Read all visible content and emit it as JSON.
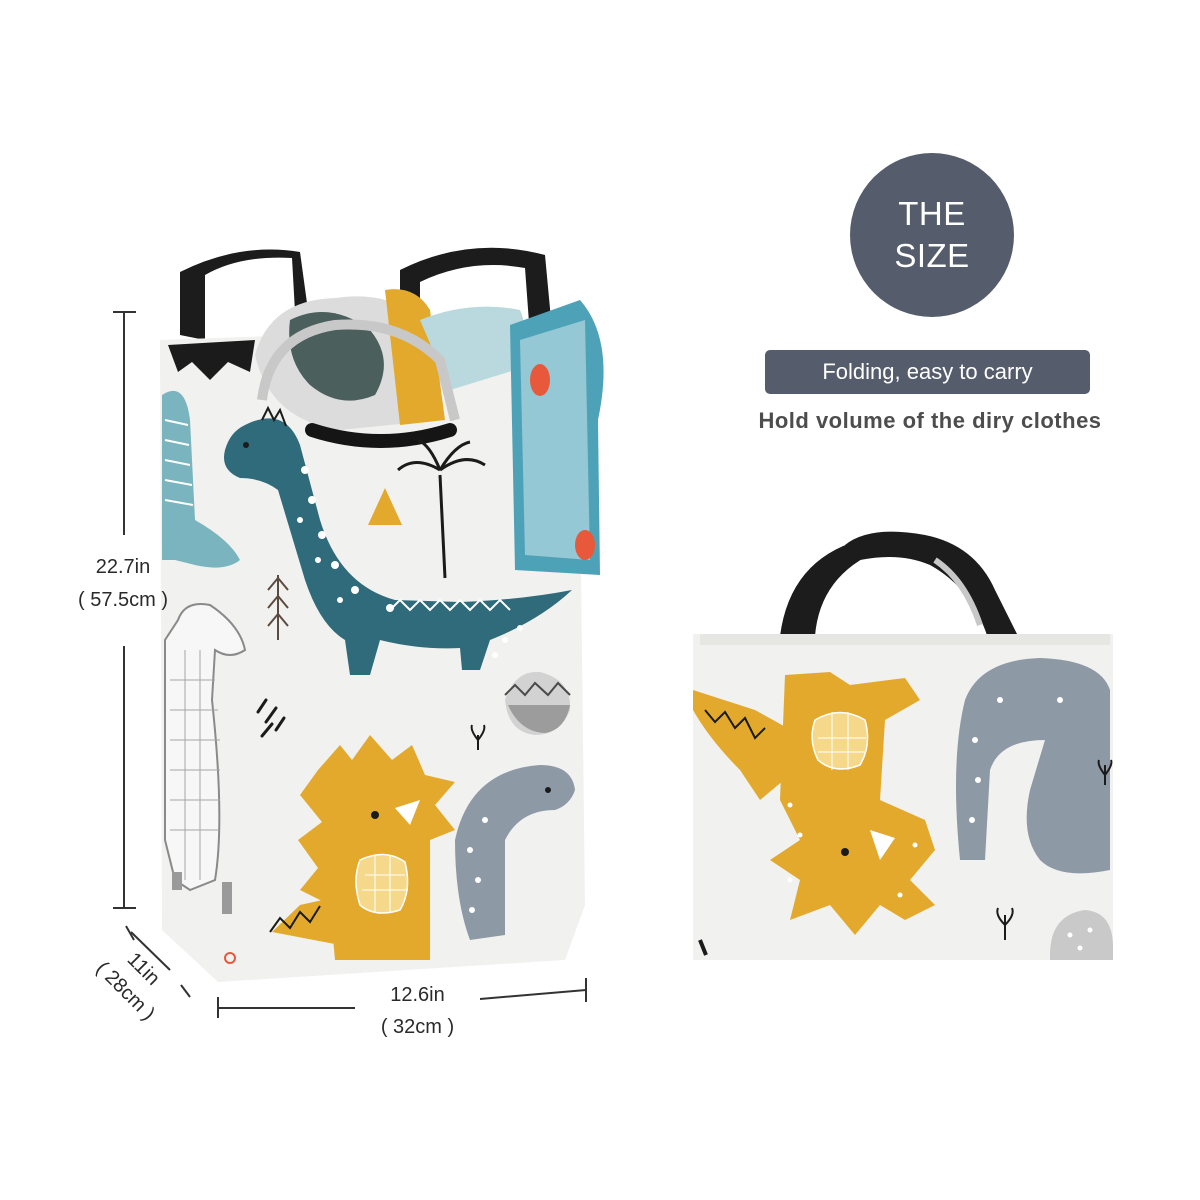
{
  "badge": {
    "line1": "THE",
    "line2": "SIZE",
    "color": "#555c6b"
  },
  "banner": {
    "text": "Folding, easy to carry"
  },
  "subline": {
    "text": "Hold volume of the diry clothes"
  },
  "dimensions": {
    "height_in": "22.7in",
    "height_cm": "( 57.5cm )",
    "depth_in": "11in",
    "depth_cm": "( 28cm )",
    "width_in": "12.6in",
    "width_cm": "( 32cm )"
  },
  "colors": {
    "teal": "#2f6b7a",
    "mustard": "#e3a92c",
    "slate": "#8e99a6",
    "light_teal": "#79b4bf",
    "bag_bg": "#f1f1ef"
  }
}
